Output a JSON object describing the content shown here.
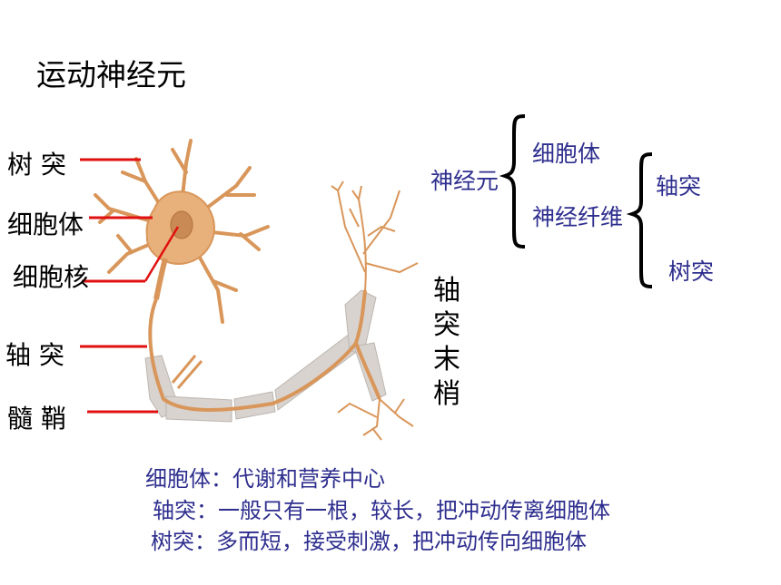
{
  "title": "运动神经元",
  "labels": {
    "dendrite": "树  突",
    "cell_body": "细胞体",
    "nucleus": "细胞核",
    "axon": "轴  突",
    "myelin": "髓  鞘",
    "axon_terminal": "轴突末梢"
  },
  "tree": {
    "root": "神经元",
    "cell_body": "细胞体",
    "nerve_fiber": "神经纤维",
    "axon": "轴突",
    "dendrite": "树突"
  },
  "notes": [
    "细胞体：代谢和营养中心",
    "轴突：一般只有一根，较长，把冲动传离细胞体",
    "树突：多而短，接受刺激，把冲动传向细胞体"
  ],
  "colors": {
    "label_lines": "#e01010",
    "neuron": "#d9965a",
    "myelin": "#d8d3cf",
    "text_blue": "#2e2e8f"
  }
}
